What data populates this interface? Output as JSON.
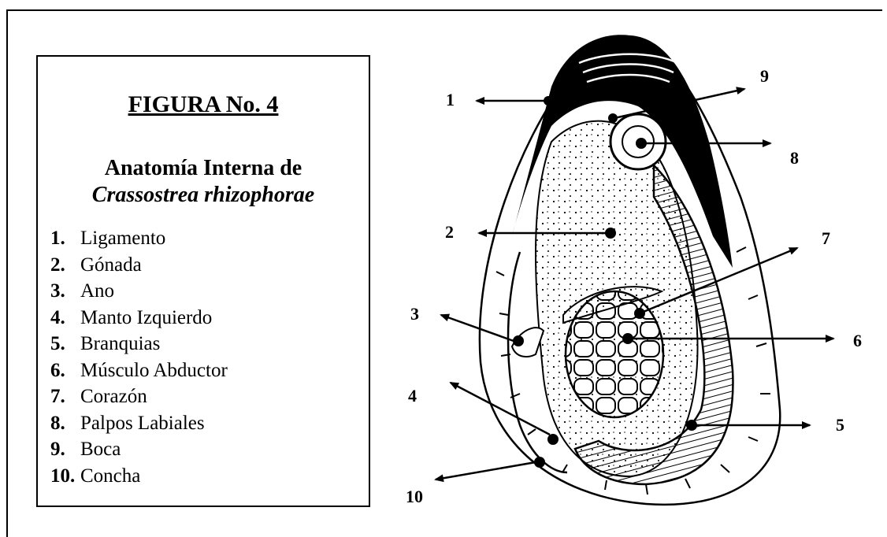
{
  "figure": {
    "title": "FIGURA No. 4",
    "subtitle_line1": "Anatomía Interna de",
    "subtitle_line2": "Crassostrea rhizophorae"
  },
  "legend": [
    {
      "num": "1.",
      "label": "Ligamento"
    },
    {
      "num": "2.",
      "label": "Gónada"
    },
    {
      "num": "3.",
      "label": "Ano"
    },
    {
      "num": "4.",
      "label": "Manto Izquierdo"
    },
    {
      "num": "5.",
      "label": "Branquias"
    },
    {
      "num": "6.",
      "label": "Músculo Abductor"
    },
    {
      "num": "7.",
      "label": "Corazón"
    },
    {
      "num": "8.",
      "label": "Palpos Labiales"
    },
    {
      "num": "9.",
      "label": "Boca"
    },
    {
      "num": "10.",
      "label": "Concha"
    }
  ],
  "callouts": [
    "1",
    "2",
    "3",
    "4",
    "5",
    "6",
    "7",
    "8",
    "9",
    "10"
  ]
}
